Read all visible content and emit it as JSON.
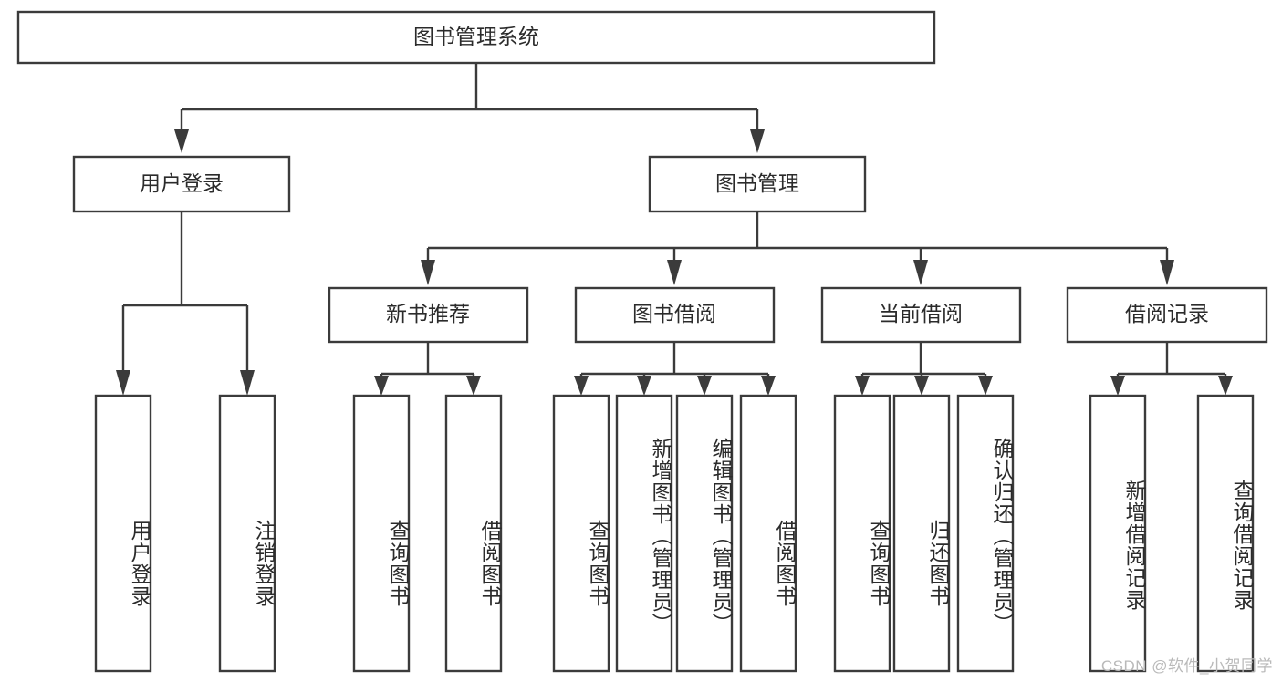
{
  "diagram": {
    "title": "图书管理系统",
    "type": "hierarchy-tree",
    "watermark": "CSDN @软件_小贺同学",
    "root": {
      "label": "图书管理系统",
      "level": 0
    },
    "level1": [
      {
        "label": "用户登录"
      },
      {
        "label": "图书管理"
      }
    ],
    "level2": [
      {
        "label": "新书推荐",
        "parent": "图书管理"
      },
      {
        "label": "图书借阅",
        "parent": "图书管理"
      },
      {
        "label": "当前借阅",
        "parent": "图书管理"
      },
      {
        "label": "借阅记录",
        "parent": "图书管理"
      }
    ],
    "leaves": {
      "user_login": [
        {
          "label": "用户登录"
        },
        {
          "label": "注销登录"
        }
      ],
      "new_book_recommend": [
        {
          "label": "查询图书"
        },
        {
          "label": "借阅图书"
        }
      ],
      "book_borrow": [
        {
          "label": "查询图书"
        },
        {
          "label": "新增图书（管理员）"
        },
        {
          "label": "编辑图书（管理员）"
        },
        {
          "label": "借阅图书"
        }
      ],
      "current_borrow": [
        {
          "label": "查询图书"
        },
        {
          "label": "归还图书"
        },
        {
          "label": "确认归还（管理员）"
        }
      ],
      "borrow_record": [
        {
          "label": "新增借阅记录"
        },
        {
          "label": "查询借阅记录"
        }
      ]
    },
    "colors": {
      "stroke": "#3b3b3b",
      "fill": "#ffffff",
      "text": "#2b2b2b",
      "watermark": "#b9b9b9"
    }
  }
}
